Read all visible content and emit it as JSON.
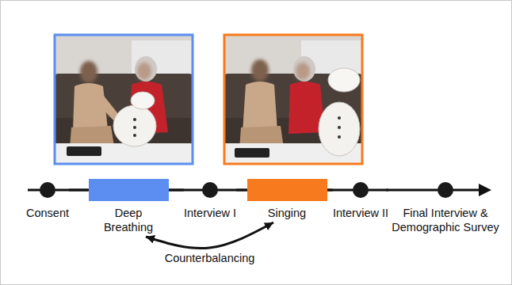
{
  "diagram": {
    "nodes": [
      {
        "text": [
          "Consent"
        ]
      },
      {
        "text": [
          "Deep Breathing"
        ]
      },
      {
        "text": [
          "Interview I"
        ]
      },
      {
        "text": [
          "Singing"
        ]
      },
      {
        "text": [
          "Interview II"
        ]
      },
      {
        "text": [
          "Final Interview & Demographic Survey"
        ]
      }
    ],
    "edges": [
      {
        "from": 0,
        "to": 1,
        "arrow": "none"
      },
      {
        "from": 1,
        "to": 2,
        "arrow": "none"
      },
      {
        "from": 2,
        "to": 3,
        "arrow": "none"
      },
      {
        "from": 3,
        "to": 4,
        "arrow": "none"
      },
      {
        "from": 4,
        "to": 5,
        "arrow": "none"
      },
      {
        "from": 1,
        "to": 3,
        "label": "Counterbalancing",
        "arrow": "both"
      }
    ]
  }
}
